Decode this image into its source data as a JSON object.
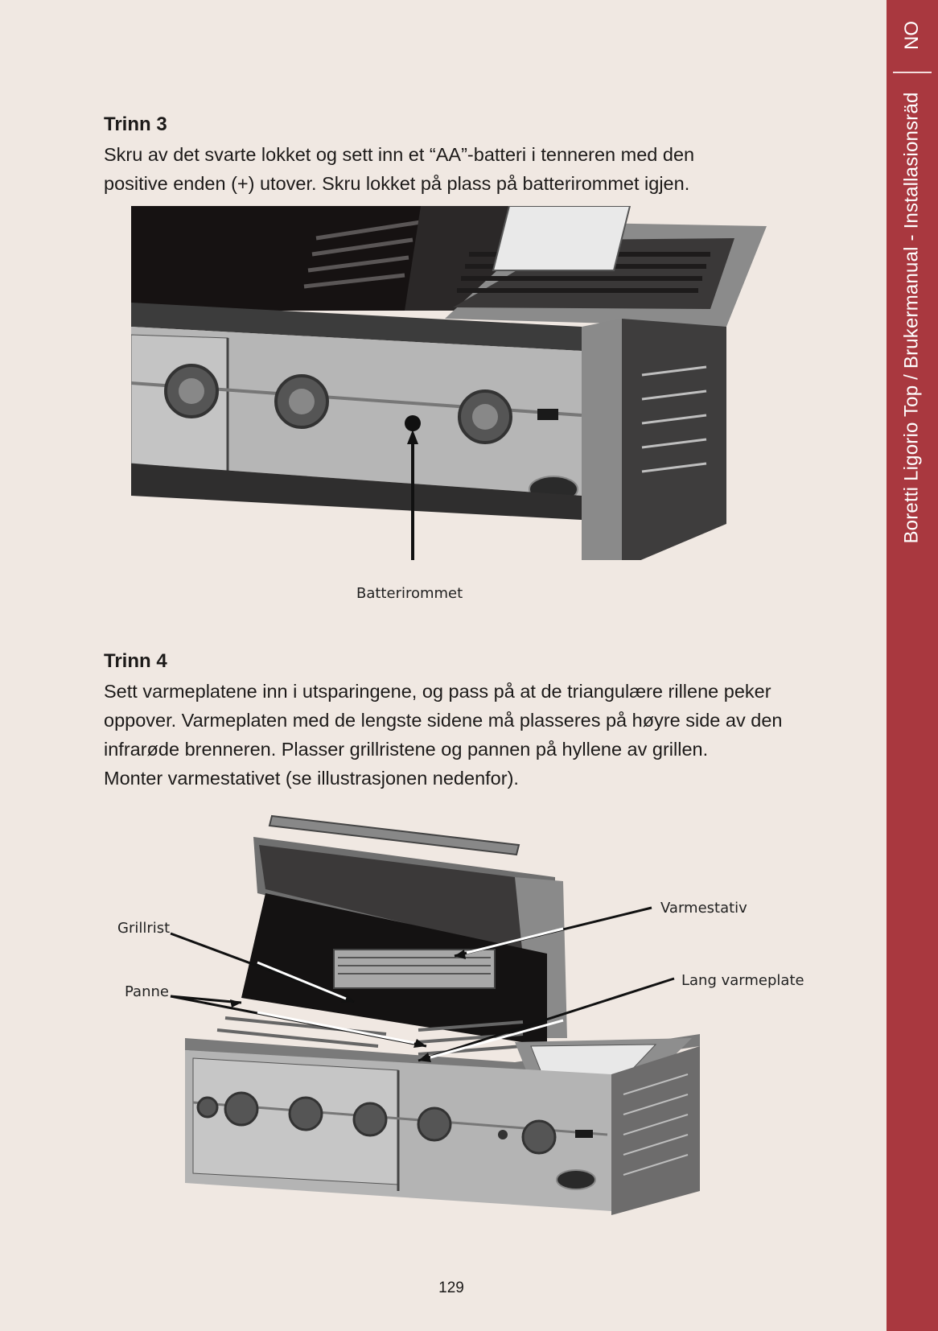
{
  "sidebar": {
    "language": "NO",
    "title": "Boretti Ligorio Top / Brukermanual - Installasionsräd",
    "color": "#a9383f"
  },
  "step3": {
    "heading": "Trinn 3",
    "body": "Skru av det svarte lokket og sett inn et “AA”-batteri i tenneren med den positive enden (+) utover. Skru lokket på plass på batterirommet igjen.",
    "figure_label": "Batterirommet"
  },
  "step4": {
    "heading": "Trinn 4",
    "body_lines": [
      "Sett varmeplatene inn i utsparingene, og pass på at de triangulære rillene peker",
      "oppover. Varmeplaten med de lengste sidene må plasseres på høyre side av den",
      "infrarøde brenneren. Plasser grillristene og pannen på hyllene av grillen.",
      "Monter varmestativet (se illustrasjonen nedenfor)."
    ],
    "labels": {
      "grillrist": "Grillrist",
      "panne": "Panne",
      "varmestativ": "Varmestativ",
      "lang_varmeplate": "Lang varmeplate"
    }
  },
  "page_number": "129"
}
